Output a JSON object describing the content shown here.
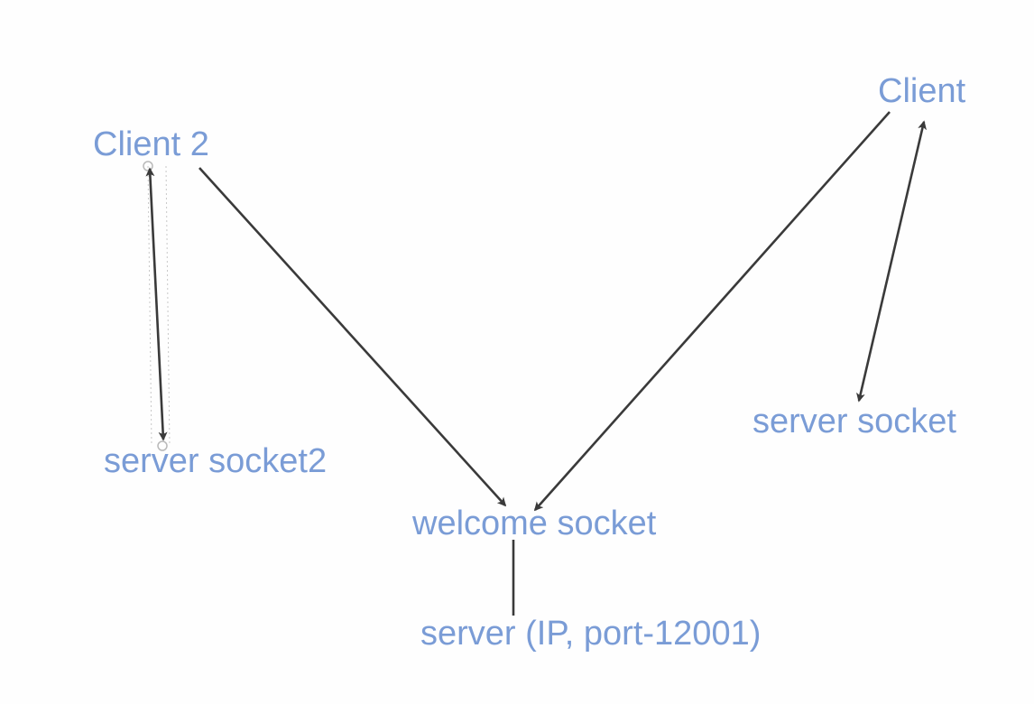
{
  "colors": {
    "label": "#7a9cd6",
    "edge": "#3a3a3a",
    "selection": "#b9b9b9",
    "background": "#fefefe"
  },
  "nodes": {
    "client": "Client",
    "client2": "Client 2",
    "server_socket": "server socket",
    "server_socket2": "server socket2",
    "welcome_socket": "welcome socket",
    "server": "server (IP, port-12001)"
  }
}
